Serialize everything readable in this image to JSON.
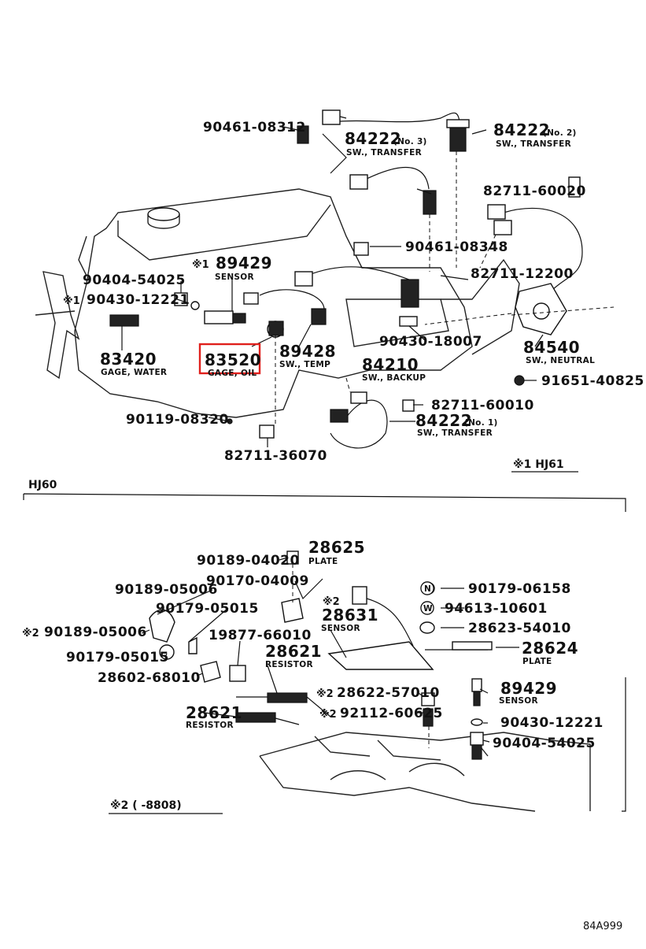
{
  "diagram": {
    "parts": {
      "p90461_08312": "90461-08312",
      "p84222_2": "84222",
      "p84222_2_no": "(No. 2)",
      "p84222_2_name": "SW., TRANSFER",
      "p84222_3": "84222",
      "p84222_3_no": "(No. 3)",
      "p84222_3_name": "SW., TRANSFER",
      "p82711_60020": "82711-60020",
      "p90461_08348": "90461-08348",
      "p82711_12200": "82711-12200",
      "p89429_top": "89429",
      "p89429_top_name": "SENSOR",
      "p90404_54025_top": "90404-54025",
      "p90430_12221_top": "90430-12221",
      "p83420": "83420",
      "p83420_name": "GAGE, WATER",
      "p83520": "83520",
      "p83520_name": "GAGE, OIL",
      "p89428": "89428",
      "p89428_name": "SW., TEMP",
      "p84210": "84210",
      "p84210_name": "SW., BACKUP",
      "p90430_18007": "90430-18007",
      "p84540": "84540",
      "p84540_name": "SW., NEUTRAL",
      "p91651_40825": "91651-40825",
      "p82711_60010": "82711-60010",
      "p84222_1": "84222",
      "p84222_1_no": "(No. 1)",
      "p84222_1_name": "SW., TRANSFER",
      "p90119_08320": "90119-08320",
      "p82711_36070": "82711-36070",
      "p28625": "28625",
      "p28625_name": "PLATE",
      "p90189_04020": "90189-04020",
      "p90170_04009": "90170-04009",
      "p90189_05006": "90189-05006",
      "p90179_05015_a": "90179-05015",
      "p90189_05006_b": "90189-05006",
      "p90179_05015_b": "90179-05015",
      "p28602_68010": "28602-68010",
      "p19877_66010": "19877-66010",
      "p28631": "28631",
      "p28631_name": "SENSOR",
      "p28621_a": "28621",
      "p28621_a_name": "RESISTOR",
      "p28621_b": "28621",
      "p28621_b_name": "RESISTOR",
      "p90179_06158": "90179-06158",
      "p94613_10601": "94613-10601",
      "p28623_54010": "28623-54010",
      "p28624": "28624",
      "p28624_name": "PLATE",
      "p28622_57010": "28622-57010",
      "p92112_60625": "92112-60625",
      "p89429_bot": "89429",
      "p89429_bot_name": "SENSOR",
      "p90430_12221_bot": "90430-12221",
      "p90404_54025_bot": "90404-54025"
    },
    "marks": {
      "m1": "※1",
      "m2": "※2",
      "m1_hj61": "※1 HJ61",
      "hj60": "HJ60",
      "m2_range": "※2 (      -8808)",
      "n_circle": "N",
      "w_circle": "W"
    },
    "ref_code": "84A999",
    "highlight_color": "#e0201c"
  }
}
